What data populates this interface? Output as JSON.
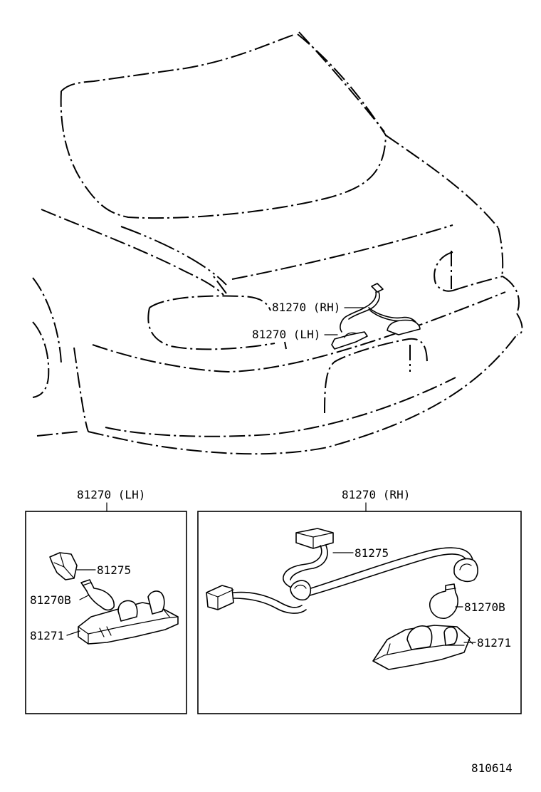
{
  "diagram": {
    "figure_code": "810614",
    "callouts_overview": {
      "rh": "81270 (RH)",
      "lh": "81270 (LH)"
    },
    "panel_lh": {
      "title": "81270 (LH)",
      "labels": {
        "socket": "81275",
        "bulb": "81270B",
        "lens": "81271"
      }
    },
    "panel_rh": {
      "title": "81270 (RH)",
      "labels": {
        "socket": "81275",
        "bulb": "81270B",
        "lens": "81271"
      }
    }
  }
}
